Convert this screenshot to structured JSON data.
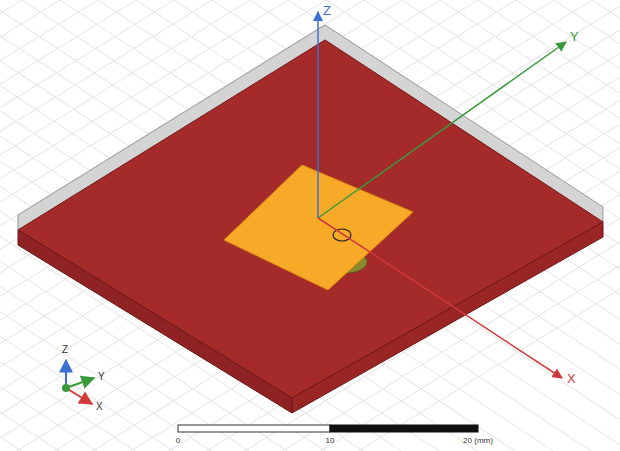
{
  "diagram": {
    "labels": [
      "Z",
      "Y",
      "X",
      "Z",
      "Y",
      "X",
      "0",
      "10",
      "20 (mm)"
    ]
  }
}
